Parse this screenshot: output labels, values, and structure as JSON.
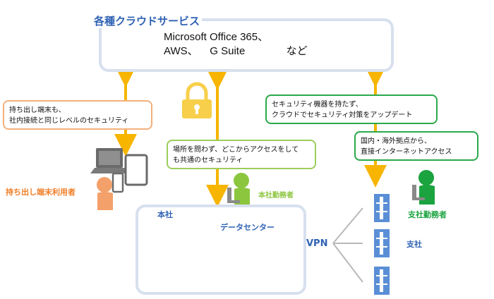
{
  "cloud": {
    "title": "各種クラウドサービス",
    "services": "Microsoft Office 365、\nAWS、    G Suite              など"
  },
  "callouts": {
    "mobile": "持ち出し端末も、\n社内接続と同じレベルのセキュリティ",
    "anywhere": "場所を問わず、どこからアクセスをして\nも共通のセキュリティ",
    "cloud_security": "セキュリティ機器を持たず、\nクラウドでセキュリティ対策をアップデート",
    "direct": "国内・海外拠点から、\n直接インターネットアクセス"
  },
  "labels": {
    "mobile_user": "持ち出し端末利用者",
    "hq_worker": "本社勤務者",
    "hq": "本社",
    "datacenter": "データセンター",
    "vpn": "VPN",
    "branch": "支社",
    "branch_worker": "支社勤務者"
  },
  "colors": {
    "arrow": "#f7b500",
    "cloud_title": "#2f62b4",
    "orange_text": "#f07e26",
    "lgreen_text": "#8cc63e",
    "green_text": "#1aa33f",
    "blue_text": "#2f62b4",
    "lock": "#f7cf4a"
  },
  "icons": [
    "lock-icon",
    "laptop-icon",
    "tablet-icon",
    "smartphone-icon",
    "person-icon",
    "building-icon",
    "server-icon"
  ]
}
